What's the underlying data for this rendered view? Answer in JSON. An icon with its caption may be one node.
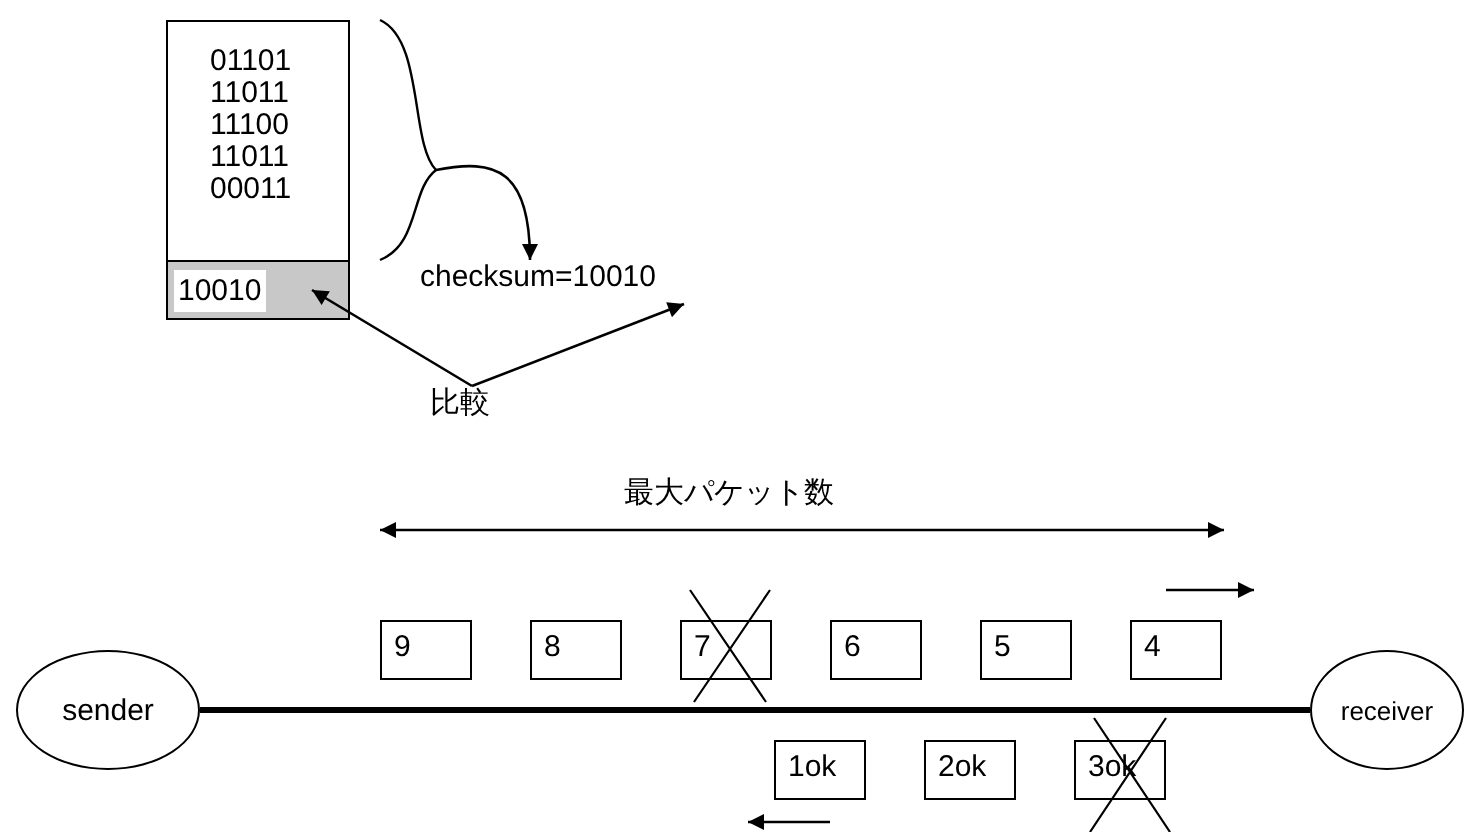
{
  "diagram": {
    "nodes": [
      {
        "text": [
          "01101 11011 11100 11011 00011"
        ]
      },
      {
        "text": [
          "10010"
        ],
        "in": 0
      },
      {
        "text": [
          "checksum=10010"
        ]
      },
      {
        "text": [
          "比較"
        ]
      },
      {
        "text": [
          "sender"
        ]
      },
      {
        "text": [
          "receiver"
        ]
      },
      {
        "text": [
          "9"
        ]
      },
      {
        "text": [
          "8"
        ]
      },
      {
        "text": [
          "7"
        ]
      },
      {
        "text": [
          "6"
        ]
      },
      {
        "text": [
          "5"
        ]
      },
      {
        "text": [
          "4"
        ]
      },
      {
        "text": [
          "1ok"
        ]
      },
      {
        "text": [
          "2ok"
        ]
      },
      {
        "text": [
          "3ok"
        ]
      }
    ],
    "edges": [
      {
        "from": null,
        "to": 2,
        "arrow": "to"
      },
      {
        "from": 3,
        "to": 1,
        "arrow": "to"
      },
      {
        "from": 3,
        "to": 2,
        "arrow": "to"
      },
      {
        "from": 4,
        "to": 5,
        "arrow": "none",
        "style": "thick"
      }
    ],
    "labels": [
      "最大パケット数"
    ]
  }
}
